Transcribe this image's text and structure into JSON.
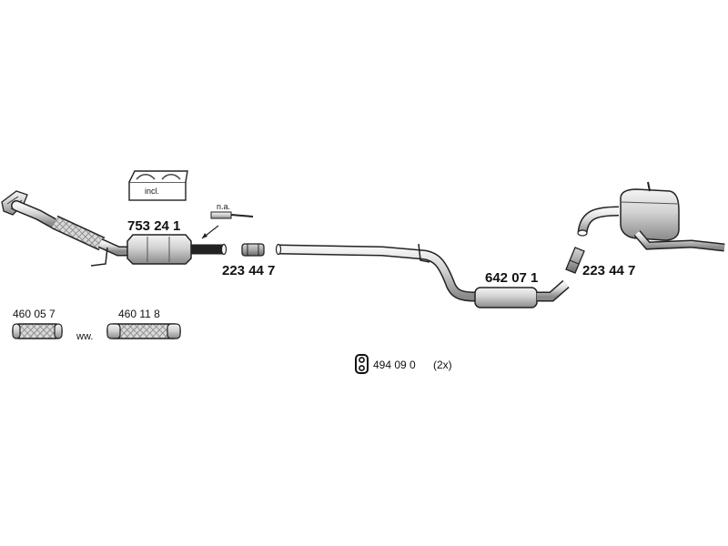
{
  "parts": {
    "catalytic_converter": "753 24 1",
    "clamp_front": "223 44 7",
    "clamp_rear": "223 44 7",
    "middle_silencer": "642 07 1",
    "flex_pipe_a": "460 05 7",
    "flex_pipe_b": "460 11 8",
    "rubber_hanger": "494 09 0",
    "rubber_hanger_qty": "(2x)"
  },
  "notes": {
    "included_box": "incl.",
    "not_available": "n.a.",
    "alternative": "ww."
  }
}
